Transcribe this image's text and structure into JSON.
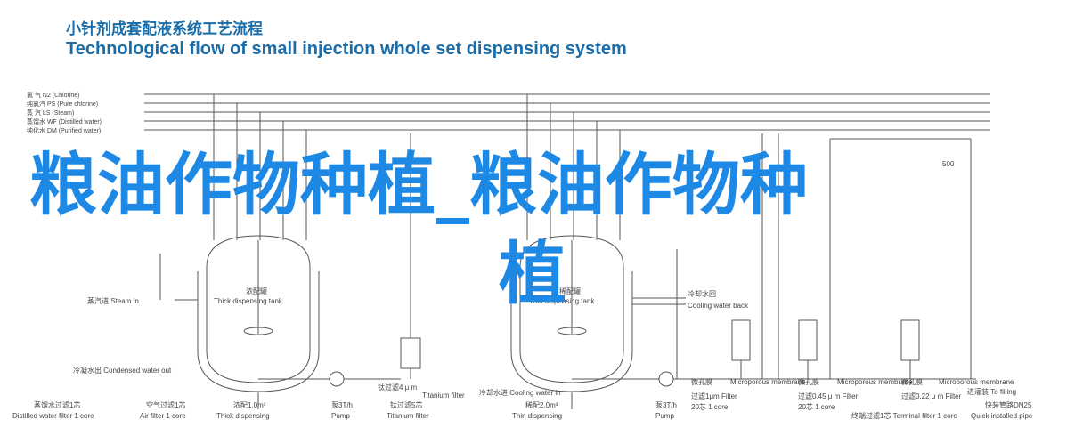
{
  "title": {
    "zh": "小针剂成套配液系统工艺流程",
    "en": "Technological flow of small injection whole set dispensing system"
  },
  "pipelines": [
    "氯 气 N2 (Chlorine)",
    "纯氯汽 PS (Pure chlorine)",
    "蒸 汽 LS (Steam)",
    "蒸馏水 WF (Distilled water)",
    "纯化水 DM (Purified water)"
  ],
  "watermark": {
    "line1": "粮油作物种植_粮油作物种",
    "line2": "植"
  },
  "labels": {
    "steam_in": "蒸汽进 Steam in",
    "thick_tank_zh": "浓配罐",
    "thick_tank_en": "Thick dispensing tank",
    "thin_tank_zh": "稀配罐",
    "thin_tank_en": "Thin dispensing tank",
    "condensed_out": "冷凝水出 Condensed water out",
    "cooling_in": "冷却水进 Cooling water in",
    "cooling_back_zh": "冷却水回",
    "cooling_back_en": "Cooling water back",
    "to_filling": "进灌装 To filling",
    "temp": "500"
  },
  "bottom_labels": [
    {
      "zh": "蒸馏水过滤1芯",
      "en": "Distilled water filter 1 core"
    },
    {
      "zh": "空气过滤1芯",
      "en": "Air filter 1 core"
    },
    {
      "zh": "浓配1.0m³",
      "en": "Thick dispensing"
    },
    {
      "zh": "泵3T/h",
      "en": "Pump"
    },
    {
      "zh": "钛过滤4 μ m",
      "en": "Titanium filter"
    },
    {
      "zh": "钛过滤5芯",
      "en": "Titanium filter"
    },
    {
      "zh": "稀配2.0m³",
      "en": "Thin dispensing"
    },
    {
      "zh": "泵3T/h",
      "en": "Pump"
    },
    {
      "zh": "微孔膜",
      "en": "Microporous membrane"
    },
    {
      "zh": "过滤1μm Filter",
      "en": "20芯 1 core"
    },
    {
      "zh": "微孔膜",
      "en": "Microporous membrane"
    },
    {
      "zh": "过滤0.45 μ m Filter",
      "en": "20芯 1 core"
    },
    {
      "zh": "微孔膜",
      "en": "Microporous membrane"
    },
    {
      "zh": "过滤0.22 μ m Filter",
      "en": "终端过滤1芯 Terminal filter 1 core"
    },
    {
      "zh": "快装管路DN25",
      "en": "Quick installed pipe"
    }
  ],
  "colors": {
    "title": "#1a6da8",
    "watermark": "#1e88e5",
    "line": "#555555"
  }
}
